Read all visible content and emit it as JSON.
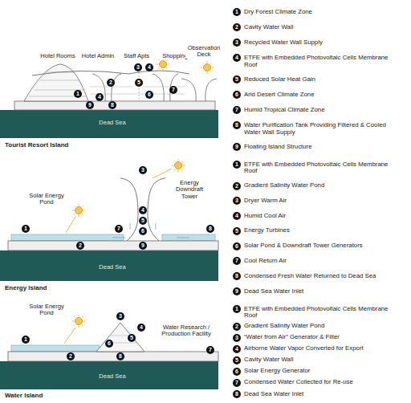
{
  "diagram": {
    "labels": [
      "Hotel Rooms",
      "Hotel Admin",
      "Staff Apts",
      "Shopping",
      "Observation Deck",
      "1",
      "2",
      "3",
      "4",
      "5",
      "6",
      "7",
      "4",
      "8",
      "9",
      "Dead Sea",
      "Tourist Resort Island",
      "1",
      "Dry Forest Climate Zone",
      "2",
      "Cavity Water Wall",
      "3",
      "Recycled Water Wall Supply",
      "4",
      "ETFE with Embedded Photovoltaic Cells Membrane Roof",
      "5",
      "Reduced Solar Heat Gain",
      "6",
      "Arid Desert Climate Zone",
      "7",
      "Humid Tropical Climate Zone",
      "8",
      "Water Purification Tank Providing Filtered & Cooled Water Wall Supply",
      "9",
      "Floating Island Structure",
      "Solar Energy Pond",
      "Energy Downdraft Tower",
      "1",
      "2",
      "3",
      "4",
      "5",
      "6",
      "7",
      "8",
      "9",
      "Dead Sea",
      "Energy Island",
      "1",
      "ETFE with Embedded Photovoltaic Cells Membrane Roof",
      "2",
      "Gradient Salinity Water Pond",
      "3",
      "Dryer Warm Air",
      "4",
      "Humid Cool Air",
      "5",
      "Energy Turbines",
      "6",
      "Solar Pond & Downdraft Tower Generators",
      "7",
      "Cool Return Air",
      "8",
      "Condensed Fresh Water Returned to Dead Sea",
      "9",
      "Dead Sea Water Inlet",
      "Solar Energy Pond",
      "Water Research / Production Facility",
      "1",
      "2",
      "3",
      "4",
      "5",
      "6",
      "7",
      "8",
      "Dead Sea",
      "Water Island",
      "1",
      "ETFE with Embedded Photovoltaic Cells Membrane Roof",
      "2",
      "Gradient Salinity Water Pond",
      "3",
      "“Water from Air” Generator & Filter",
      "4",
      "Airborne Water Vapor Converted for Export",
      "5",
      "Cavity Water Wall",
      "6",
      "Solar Energy Generator",
      "7",
      "Condensed Water Collected for Re-use",
      "8",
      "Dead Sea Water Inlet"
    ]
  }
}
